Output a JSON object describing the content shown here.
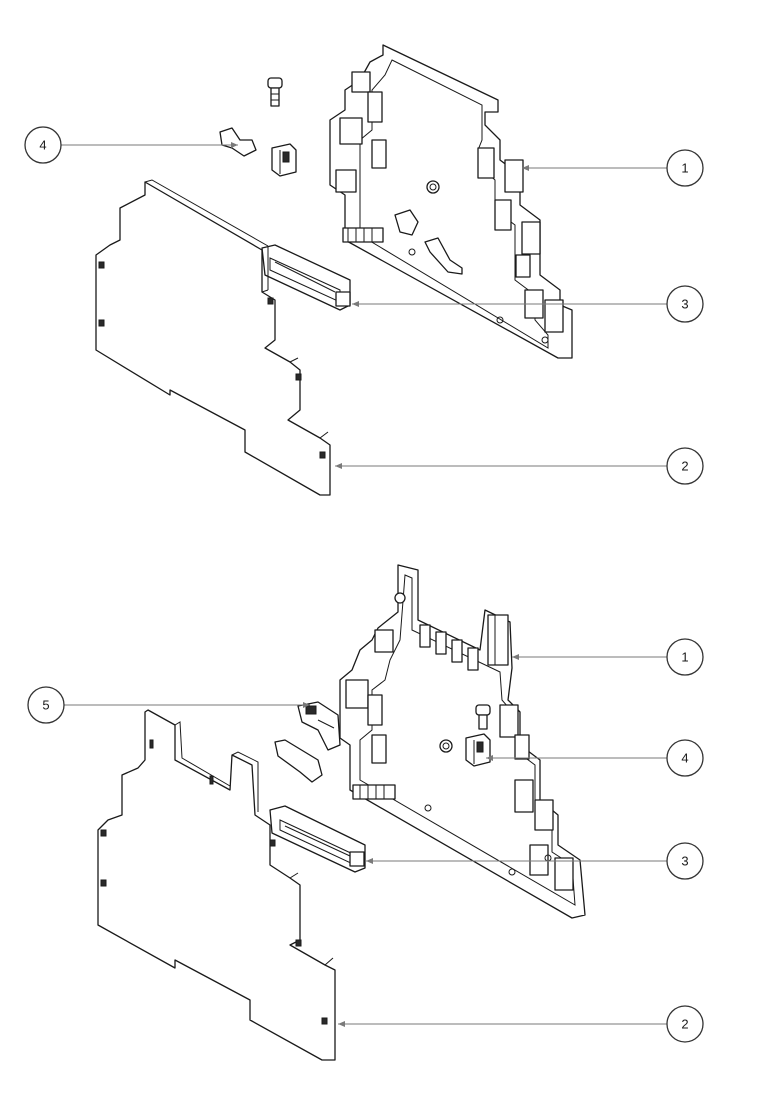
{
  "assemblies": [
    {
      "id": "top-assembly",
      "callouts": [
        {
          "label": "4"
        },
        {
          "label": "1"
        },
        {
          "label": "3"
        },
        {
          "label": "2"
        }
      ]
    },
    {
      "id": "bottom-assembly",
      "callouts": [
        {
          "label": "1"
        },
        {
          "label": "5"
        },
        {
          "label": "4"
        },
        {
          "label": "3"
        },
        {
          "label": "2"
        }
      ]
    }
  ],
  "colors": {
    "line": "#1a1a1a",
    "leader": "#7a7a7a",
    "background": "#ffffff"
  }
}
